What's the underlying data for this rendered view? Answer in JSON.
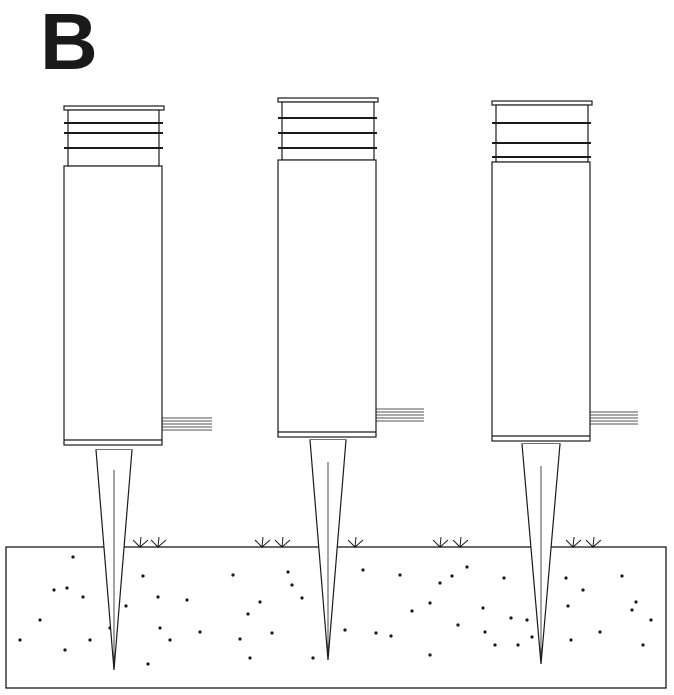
{
  "figure": {
    "panel_label": "B"
  },
  "colors": {
    "line": "#1a1a1a",
    "background": "#ffffff",
    "soil_dots": "#1a1a1a"
  },
  "items": [
    {
      "name": "garden-light-left",
      "icon": "spike-light-icon"
    },
    {
      "name": "garden-light-middle",
      "icon": "spike-light-icon"
    },
    {
      "name": "garden-light-right",
      "icon": "spike-light-icon"
    }
  ]
}
